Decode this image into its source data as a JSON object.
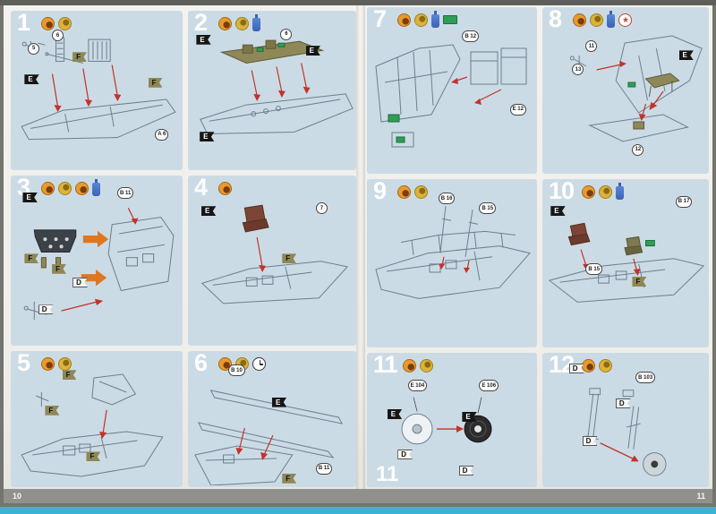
{
  "page": {
    "left_page_number": "10",
    "right_page_number": "11",
    "panel_color": "#cbdbe5",
    "arrow_red": "#c2332b",
    "arrow_orange": "#e0761f",
    "flag_black": "#161616",
    "flag_khaki": "#8e8757",
    "chip_green": "#2f9e57",
    "bottom_strip_blue": "#3cb2d8"
  },
  "steps": [
    {
      "number": "1",
      "icons": [
        "paint-orange-icon",
        "paint-amber-icon"
      ],
      "labels": [
        {
          "type": "circle",
          "text": "5"
        },
        {
          "type": "circle",
          "text": "6"
        },
        {
          "type": "flag-khaki",
          "text": "F"
        },
        {
          "type": "flag-black",
          "text": "E"
        },
        {
          "type": "flag-khaki",
          "text": "F"
        },
        {
          "type": "circle",
          "text": "A 6"
        }
      ]
    },
    {
      "number": "2",
      "icons": [
        "paint-orange-icon",
        "paint-amber-icon",
        "glue-bottle-icon"
      ],
      "labels": [
        {
          "type": "flag-black",
          "text": "E"
        },
        {
          "type": "circle",
          "text": "6"
        },
        {
          "type": "flag-black",
          "text": "E"
        },
        {
          "type": "flag-black",
          "text": "E"
        }
      ]
    },
    {
      "number": "3",
      "icons": [
        "paint-orange-icon",
        "paint-amber-icon",
        "paint-orange-icon",
        "glue-bottle-icon"
      ],
      "labels": [
        {
          "type": "flag-black",
          "text": "E"
        },
        {
          "type": "circle",
          "text": "B 11"
        },
        {
          "type": "flag-khaki",
          "text": "F"
        },
        {
          "type": "flag-khaki",
          "text": "F"
        },
        {
          "type": "flag-white",
          "text": "D"
        },
        {
          "type": "flag-white",
          "text": "D"
        }
      ]
    },
    {
      "number": "4",
      "icons": [
        "paint-orange-icon"
      ],
      "labels": [
        {
          "type": "flag-black",
          "text": "E"
        },
        {
          "type": "circle",
          "text": "7"
        },
        {
          "type": "flag-khaki",
          "text": "F"
        }
      ]
    },
    {
      "number": "5",
      "icons": [
        "paint-orange-icon",
        "paint-amber-icon"
      ],
      "labels": [
        {
          "type": "flag-khaki",
          "text": "F"
        },
        {
          "type": "flag-khaki",
          "text": "F"
        },
        {
          "type": "flag-khaki",
          "text": "F"
        }
      ]
    },
    {
      "number": "6",
      "icons": [
        "paint-orange-icon",
        "paint-amber-icon",
        "clock-icon"
      ],
      "labels": [
        {
          "type": "circle",
          "text": "B 10"
        },
        {
          "type": "flag-black",
          "text": "E"
        },
        {
          "type": "circle",
          "text": "B 11"
        },
        {
          "type": "flag-khaki",
          "text": "F"
        }
      ]
    },
    {
      "number": "7",
      "icons": [
        "paint-orange-icon",
        "paint-amber-icon",
        "glue-bottle-icon",
        "chip-green-icon"
      ],
      "labels": [
        {
          "type": "circle",
          "text": "B 12"
        },
        {
          "type": "circle",
          "text": "E 12"
        }
      ]
    },
    {
      "number": "8",
      "icons": [
        "paint-orange-icon",
        "paint-amber-icon",
        "glue-bottle-icon",
        "option-icon"
      ],
      "labels": [
        {
          "type": "circle",
          "text": "11"
        },
        {
          "type": "circle",
          "text": "13"
        },
        {
          "type": "flag-black",
          "text": "E"
        },
        {
          "type": "circle",
          "text": "12"
        }
      ]
    },
    {
      "number": "9",
      "icons": [
        "paint-orange-icon",
        "paint-amber-icon"
      ],
      "labels": [
        {
          "type": "circle",
          "text": "B 16"
        },
        {
          "type": "circle",
          "text": "B 15"
        }
      ]
    },
    {
      "number": "10",
      "icons": [
        "paint-orange-icon",
        "paint-amber-icon",
        "glue-bottle-icon"
      ],
      "labels": [
        {
          "type": "flag-black",
          "text": "E"
        },
        {
          "type": "circle",
          "text": "B 17"
        },
        {
          "type": "circle",
          "text": "B 15"
        },
        {
          "type": "flag-khaki",
          "text": "F"
        }
      ]
    },
    {
      "number": "11",
      "icons": [
        "paint-orange-icon",
        "paint-amber-icon"
      ],
      "watermark": "11",
      "labels": [
        {
          "type": "circle",
          "text": "E 104"
        },
        {
          "type": "circle",
          "text": "E 106"
        },
        {
          "type": "flag-black",
          "text": "E"
        },
        {
          "type": "flag-black",
          "text": "E"
        },
        {
          "type": "flag-white",
          "text": "D"
        },
        {
          "type": "flag-white",
          "text": "D"
        }
      ]
    },
    {
      "number": "12",
      "icons": [
        "paint-orange-icon",
        "paint-amber-icon"
      ],
      "labels": [
        {
          "type": "flag-white",
          "text": "D"
        },
        {
          "type": "circle",
          "text": "B 103"
        },
        {
          "type": "flag-white",
          "text": "D"
        },
        {
          "type": "flag-white",
          "text": "D"
        }
      ]
    }
  ]
}
